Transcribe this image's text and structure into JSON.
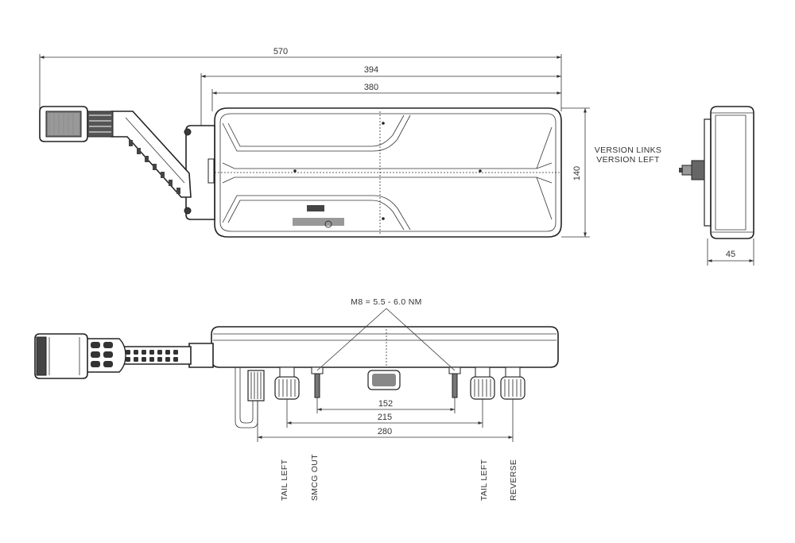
{
  "dimensions": {
    "overall_length": "570",
    "housing_length": "394",
    "lens_length": "380",
    "height": "140",
    "depth": "45",
    "connector_span_outer": "280",
    "connector_span_inner": "215",
    "stud_spacing": "152"
  },
  "torque_note": "M8 = 5.5 - 6.0 NM",
  "version_note": {
    "line1": "VERSION LINKS",
    "line2": "VERSION LEFT"
  },
  "connector_labels": {
    "tail_left_1": "TAIL LEFT",
    "smcg_out": "SMCG OUT",
    "tail_left_2": "TAIL LEFT",
    "reverse": "REVERSE"
  }
}
